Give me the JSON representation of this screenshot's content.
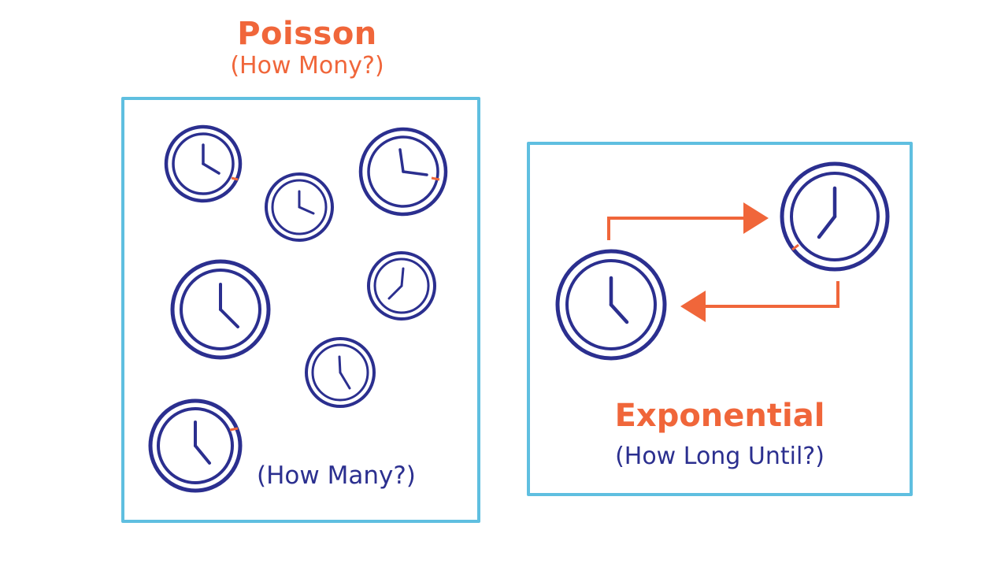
{
  "poisson": {
    "title": "Poisson",
    "subtitle": "(How Mony?)",
    "inner_label": "(How Many?)"
  },
  "exponential": {
    "title": "Exponential",
    "subtitle": "(How Long Until?)"
  },
  "colors": {
    "accent_orange": "#f0663a",
    "clock_navy": "#2b2f8f",
    "panel_border": "#5fbfe0"
  },
  "icons": [
    "clock-icon",
    "arrow-right-icon",
    "arrow-left-icon"
  ]
}
